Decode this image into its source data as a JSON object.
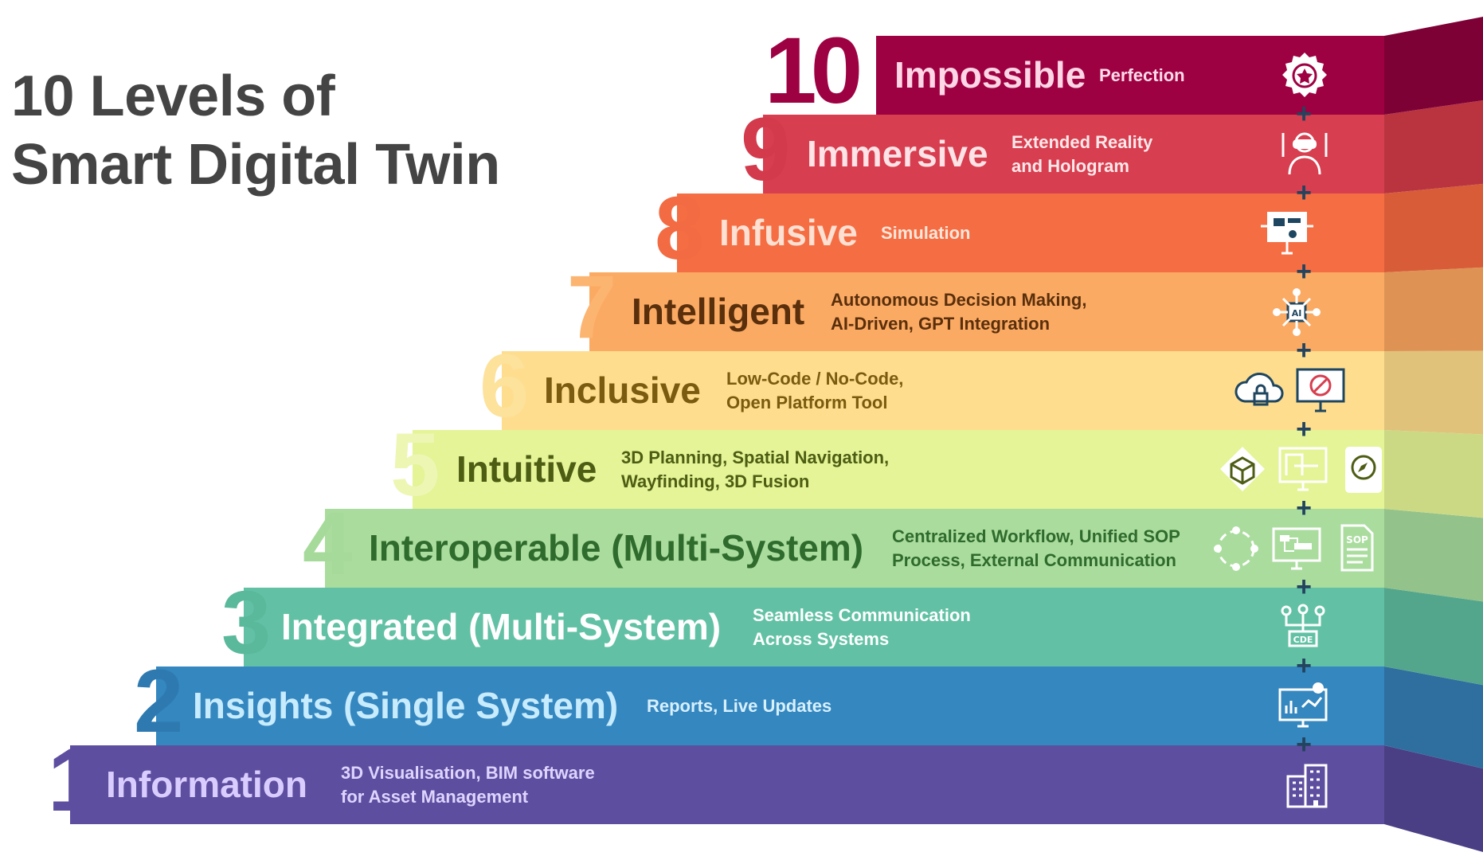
{
  "title": {
    "line1": "10 Levels of",
    "line2": "Smart Digital Twin"
  },
  "connector": "+",
  "levels": [
    {
      "number": "1",
      "name": "Information",
      "desc": [
        "3D Visualisation, BIM software",
        "for Asset Management"
      ],
      "color": "#5e4e9f",
      "side": "#4a3f85",
      "num_color": "#5e4e9f",
      "name_color": "#d9ccff",
      "desc_color": "#ded4ff",
      "icons": [
        "building-icon"
      ]
    },
    {
      "number": "2",
      "name": "Insights (Single System)",
      "desc": [
        "Reports, Live Updates"
      ],
      "color": "#3587bf",
      "side": "#2f6f9f",
      "num_color": "#2e7ab0",
      "name_color": "#c7ebff",
      "desc_color": "#d7f0ff",
      "icons": [
        "dashboard-monitor-icon"
      ]
    },
    {
      "number": "3",
      "name": "Integrated (Multi-System)",
      "desc": [
        "Seamless Communication",
        "Across Systems"
      ],
      "color": "#62c1a4",
      "side": "#53a68c",
      "num_color": "#5ab89b",
      "name_color": "#ffffff",
      "desc_color": "#ffffff",
      "icons": [
        "cde-network-icon"
      ]
    },
    {
      "number": "4",
      "name": "Interoperable (Multi-System)",
      "desc": [
        "Centralized Workflow, Unified SOP",
        "Process, External Communication"
      ],
      "color": "#aadc9e",
      "side": "#93c28a",
      "num_color": "#a6da9a",
      "name_color": "#2e6b2c",
      "desc_color": "#2e6b2c",
      "icons": [
        "devices-cycle-icon",
        "workflow-monitor-icon",
        "sop-document-icon"
      ]
    },
    {
      "number": "5",
      "name": "Intuitive",
      "desc": [
        "3D Planning, Spatial Navigation,",
        "Wayfinding, 3D Fusion"
      ],
      "color": "#e4f496",
      "side": "#cbd985",
      "num_color": "#eef6b4",
      "name_color": "#4d5d13",
      "desc_color": "#4d5d13",
      "icons": [
        "3d-box-icon",
        "floorplan-monitor-icon",
        "compass-tablet-icon"
      ]
    },
    {
      "number": "6",
      "name": "Inclusive",
      "desc": [
        "Low-Code / No-Code,",
        "Open Platform Tool"
      ],
      "color": "#fedd8e",
      "side": "#e0c27b",
      "num_color": "#fde29b",
      "name_color": "#7a5b0f",
      "desc_color": "#7a5b0f",
      "icons": [
        "cloud-lock-icon",
        "no-code-monitor-icon"
      ]
    },
    {
      "number": "7",
      "name": "Intelligent",
      "desc": [
        "Autonomous Decision Making,",
        "AI-Driven, GPT Integration"
      ],
      "color": "#fbaa63",
      "side": "#de9355",
      "num_color": "#fcb570",
      "name_color": "#5a2f0c",
      "desc_color": "#5a2f0c",
      "icons": [
        "ai-chip-icon"
      ]
    },
    {
      "number": "8",
      "name": "Infusive",
      "desc": [
        "Simulation"
      ],
      "color": "#f46d43",
      "side": "#d85c38",
      "num_color": "#f26b42",
      "name_color": "#ffe0d2",
      "desc_color": "#ffe6da",
      "icons": [
        "simulation-monitor-icon"
      ]
    },
    {
      "number": "9",
      "name": "Immersive",
      "desc": [
        "Extended Reality",
        "and Hologram"
      ],
      "color": "#d73e4f",
      "side": "#b9343f",
      "num_color": "#d33a4c",
      "name_color": "#ffe3e6",
      "desc_color": "#ffe8ea",
      "icons": [
        "vr-headset-icon"
      ]
    },
    {
      "number": "10",
      "name": "Impossible",
      "desc": [
        "Perfection"
      ],
      "color": "#9e0142",
      "side": "#7e0136",
      "num_color": "#9e0142",
      "name_color": "#ffd6e6",
      "desc_color": "#ffdbe9",
      "icons": [
        "award-badge-icon"
      ]
    }
  ]
}
